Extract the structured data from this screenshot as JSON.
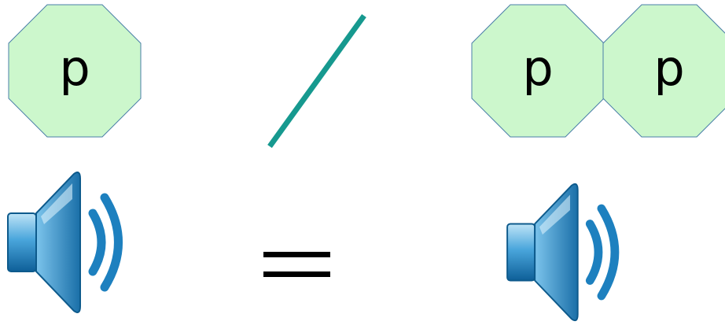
{
  "tiles": [
    {
      "letter": "p"
    },
    {
      "letter": "p"
    },
    {
      "letter": "p"
    }
  ],
  "icons": {
    "speaker": "speaker-icon",
    "slash": "slash-icon",
    "equals": "equals-icon"
  },
  "colors": {
    "tile_fill": "#ccf7cc",
    "tile_border": "#4a7fa8",
    "slash": "#16998f",
    "speaker_blue": "#1f84c4",
    "equals": "#000000"
  }
}
